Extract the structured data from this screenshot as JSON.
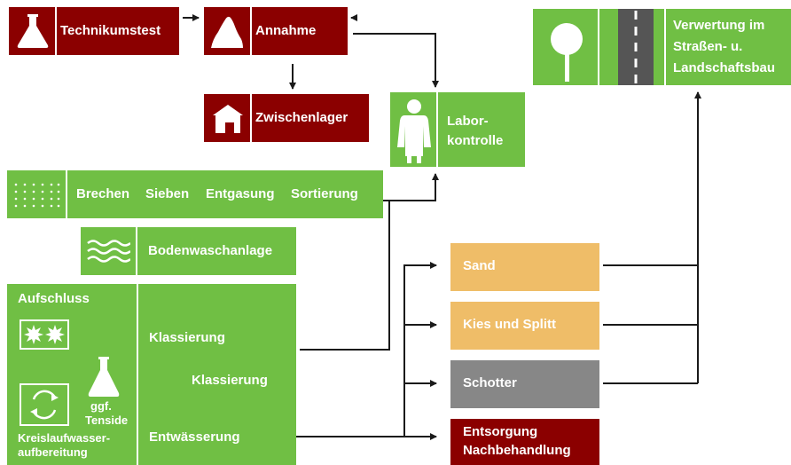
{
  "nodes": {
    "technikumstest": "Technikumstest",
    "annahme": "Annahme",
    "zwischenlager": "Zwischenlager",
    "laborkontrolle_1": "Labor-",
    "laborkontrolle_2": "kontrolle",
    "verwertung_1": "Verwertung im",
    "verwertung_2": "Straßen- u.",
    "verwertung_3": "Landschaftsbau",
    "process_steps": [
      "Brechen",
      "Sieben",
      "Entgasung",
      "Sortierung"
    ],
    "bodenwaschanlage": "Bodenwaschanlage",
    "aufschluss": "Aufschluss",
    "tenside_1": "ggf.",
    "tenside_2": "Tenside",
    "kreislauf_1": "Kreislaufwasser-",
    "kreislauf_2": "aufbereitung",
    "klassierung_1": "Klassierung",
    "klassierung_2": "Klassierung",
    "entwaesserung": "Entwässerung",
    "sand": "Sand",
    "kies": "Kies und Splitt",
    "schotter": "Schotter",
    "entsorgung_1": "Entsorgung",
    "entsorgung_2": "Nachbehandlung"
  },
  "colors": {
    "red": "#8b0000",
    "green": "#70bf44",
    "sand": "#efbd68",
    "gray": "#878787",
    "line": "#1a1a1a"
  },
  "icons": {
    "technikumstest": "flask-icon",
    "annahme": "soil-heap-icon",
    "zwischenlager": "house-icon",
    "laborkontrolle": "lab-worker-icon",
    "verwertung": "tree-road-icon",
    "brechen": "dots-grid-icon",
    "bodenwaschanlage": "water-waves-icon",
    "aufschluss": "burst-icon",
    "tenside": "flask-icon",
    "kreislauf": "recycle-icon"
  }
}
